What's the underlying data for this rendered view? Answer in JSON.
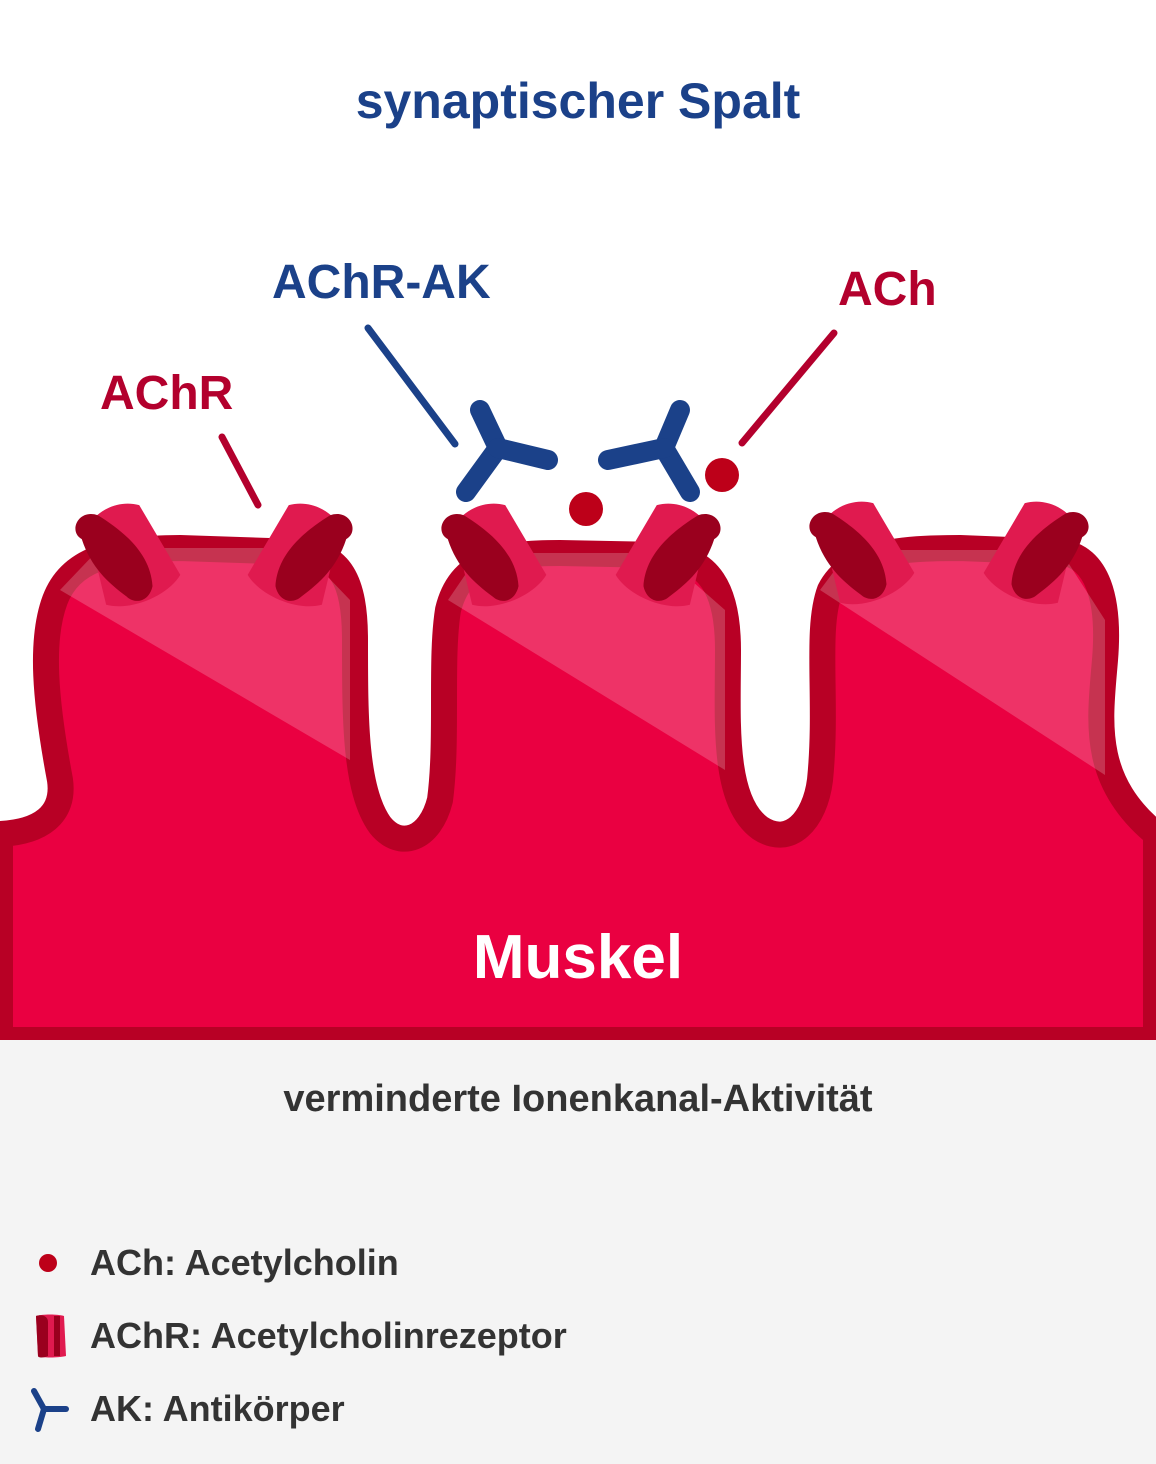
{
  "title": "synaptischer Spalt",
  "labels": {
    "achr_ak": "AChR-AK",
    "ach": "ACh",
    "achr": "AChR"
  },
  "muscle_label": "Muskel",
  "effect_text": "verminderte Ionenkanal-Aktivität",
  "legend": [
    {
      "icon": "ach-dot-icon",
      "text": "ACh: Acetylcholin"
    },
    {
      "icon": "receptor-icon",
      "text": "AChR: Acetylcholinrezeptor"
    },
    {
      "icon": "antibody-icon",
      "text": "AK: Antikörper"
    }
  ],
  "colors": {
    "blue": "#1b4189",
    "label_red": "#b3002d",
    "muscle": "#ea0041",
    "muscle_outline": "#b80025",
    "receptor_dark": "#9a001e",
    "receptor_light": "#e01a4f",
    "ach_dot": "#bd0019",
    "legend_bg": "#f4f4f4",
    "text_dark": "#333333"
  }
}
